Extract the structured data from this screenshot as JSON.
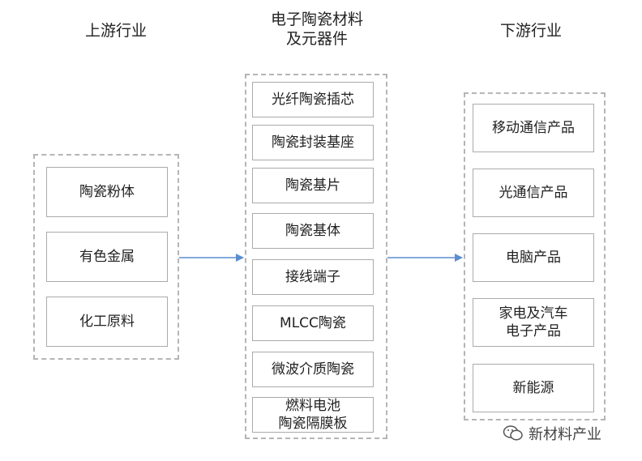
{
  "columns": {
    "upstream": {
      "title": "上游行业",
      "items": [
        "陶瓷粉体",
        "有色金属",
        "化工原料"
      ]
    },
    "midstream": {
      "title": "电子陶瓷材料\n及元器件",
      "items": [
        "光纤陶瓷插芯",
        "陶瓷封装基座",
        "陶瓷基片",
        "陶瓷基体",
        "接线端子",
        "MLCC陶瓷",
        "微波介质陶瓷",
        "燃料电池\n陶瓷隔膜板"
      ]
    },
    "downstream": {
      "title": "下游行业",
      "items": [
        "移动通信产品",
        "光通信产品",
        "电脑产品",
        "家电及汽车\n电子产品",
        "新能源"
      ]
    }
  },
  "colors": {
    "arrow": "#5b8ed0",
    "dashed_border": "#b5b5b5",
    "box_border": "#aaaaaa"
  },
  "watermark": {
    "icon": "wechat-icon",
    "text": "新材料产业"
  }
}
